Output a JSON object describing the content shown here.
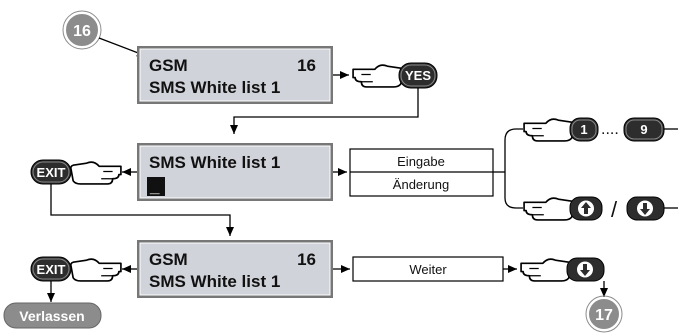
{
  "badges": {
    "start": "16",
    "end": "17"
  },
  "screen1": {
    "line1": "GSM",
    "num": "16",
    "line2": "SMS White list 1"
  },
  "screen2": {
    "line1": "SMS White list 1",
    "cursor": "_"
  },
  "screen3": {
    "line1": "GSM",
    "num": "16",
    "line2": "SMS White list 1"
  },
  "keys": {
    "yes": "YES",
    "exit": "EXIT",
    "one": "1",
    "nine": "9",
    "dots": "....",
    "slash": "/"
  },
  "option_box": {
    "top": "Eingabe",
    "bottom": "Änderung"
  },
  "next_box": "Weiter",
  "leave_label": "Verlassen",
  "colors": {
    "lcd": "#d0d3da",
    "key_dark": "#2d2d2d",
    "badge_gray": "#8c8c8c"
  }
}
